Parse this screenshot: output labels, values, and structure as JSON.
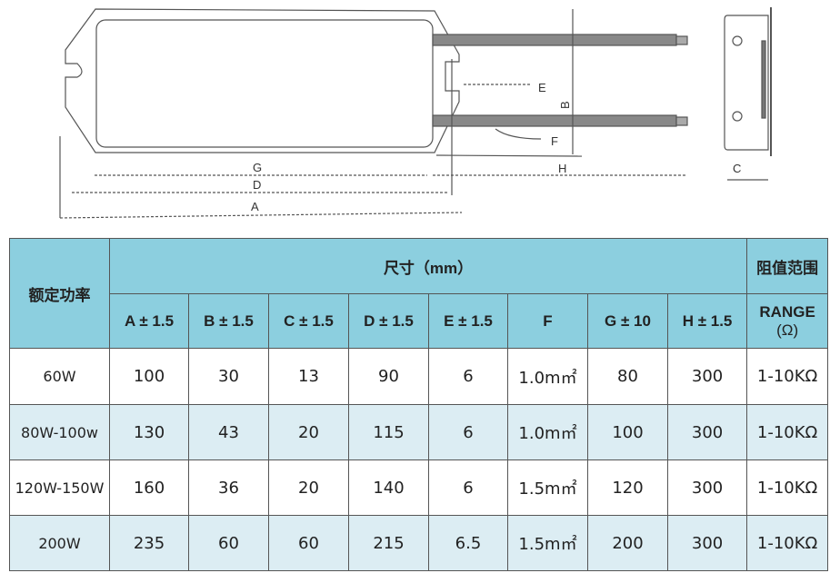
{
  "drawing": {
    "labels": {
      "G": "G",
      "D": "D",
      "A": "A",
      "E": "E",
      "F": "F",
      "H": "H",
      "B": "B",
      "C": "C"
    }
  },
  "table": {
    "power_header": "额定功率",
    "size_header": "尺寸（mm）",
    "range_header_cn": "阻值范围",
    "range_header_en": "RANGE",
    "range_unit": "(Ω)",
    "columns": [
      "A ± 1.5",
      "B ± 1.5",
      "C ± 1.5",
      "D ± 1.5",
      "E ± 1.5",
      "F",
      "G ± 10",
      "H ± 1.5"
    ],
    "rows": [
      {
        "power": "60W",
        "values": [
          "100",
          "30",
          "13",
          "90",
          "6",
          "1.0m㎡",
          "80",
          "300"
        ],
        "range": "1-10KΩ"
      },
      {
        "power": "80W-100w",
        "values": [
          "130",
          "43",
          "20",
          "115",
          "6",
          "1.0m㎡",
          "100",
          "300"
        ],
        "range": "1-10KΩ"
      },
      {
        "power": "120W-150W",
        "values": [
          "160",
          "36",
          "20",
          "140",
          "6",
          "1.5m㎡",
          "120",
          "300"
        ],
        "range": "1-10KΩ"
      },
      {
        "power": "200W",
        "values": [
          "235",
          "60",
          "60",
          "215",
          "6.5",
          "1.5m㎡",
          "200",
          "300"
        ],
        "range": "1-10KΩ"
      }
    ]
  },
  "colors": {
    "header_bg": "#8ccfdf",
    "alt_row_bg": "#dcedf3"
  }
}
